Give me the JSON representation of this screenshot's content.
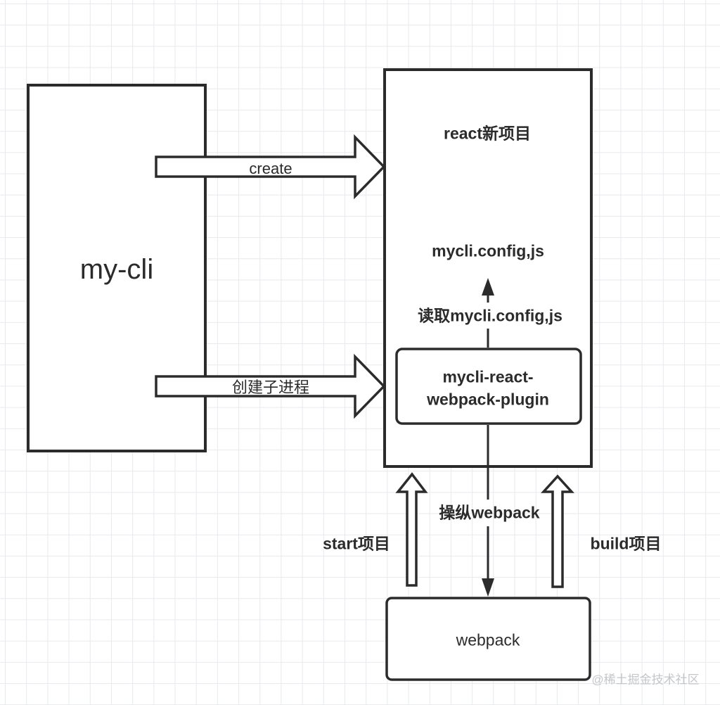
{
  "diagram": {
    "nodes": {
      "my_cli": {
        "label": "my-cli"
      },
      "react_project": {
        "title": "react新项目",
        "config_file": "mycli.config,js"
      },
      "plugin": {
        "label_line1": "mycli-react-",
        "label_line2": "webpack-plugin"
      },
      "webpack": {
        "label": "webpack"
      }
    },
    "edges": {
      "create": {
        "label": "create",
        "from": "my-cli",
        "to": "react新项目"
      },
      "spawn_child": {
        "label": "创建子进程",
        "from": "my-cli",
        "to": "mycli-react-webpack-plugin"
      },
      "read_config": {
        "label": "读取mycli.config,js",
        "from": "mycli-react-webpack-plugin",
        "to": "mycli.config,js"
      },
      "control_webpack": {
        "label": "操纵webpack",
        "from": "mycli-react-webpack-plugin",
        "to": "webpack"
      },
      "start": {
        "label": "start项目",
        "from": "webpack",
        "to": "react新项目"
      },
      "build": {
        "label": "build项目",
        "from": "webpack",
        "to": "react新项目"
      }
    }
  },
  "watermark": "@稀土掘金技术社区",
  "colors": {
    "stroke": "#2b2b2b",
    "grid": "#e8e9ee",
    "background": "#ffffff"
  }
}
